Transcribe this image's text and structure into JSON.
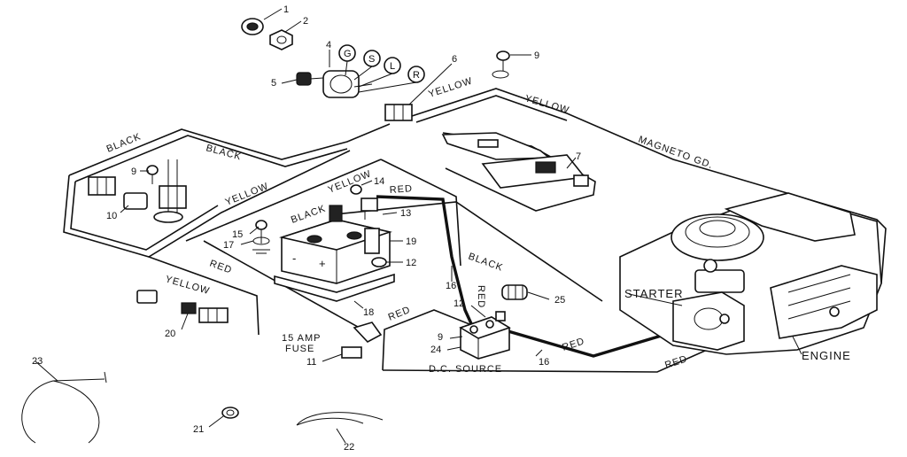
{
  "wire_labels": {
    "black_top": "BLACK",
    "black_mid": "BLACK",
    "yellow_left": "YELLOW",
    "yellow_top": "YELLOW",
    "yellow_upper": "YELLOW",
    "yellow_center": "YELLOW",
    "magneto": "MAGNETO GD.",
    "black_battery": "BLACK",
    "red_battery": "RED",
    "black_right": "BLACK",
    "red_vertical": "RED",
    "red_left": "RED",
    "yellow_lower": "YELLOW",
    "red_solenoid": "RED",
    "red_engine": "RED"
  },
  "component_labels": {
    "starter": "STARTER",
    "engine": "ENGINE",
    "fuse": "15 AMP\nFUSE",
    "fuse_line1": "15 AMP",
    "fuse_line2": "FUSE",
    "dc_source": "D.C. SOURCE"
  },
  "switch_terminals": [
    "G",
    "S",
    "L",
    "R"
  ],
  "part_numbers": {
    "p1": "1",
    "p2": "2",
    "p4": "4",
    "p5": "5",
    "p6": "6",
    "p7": "7",
    "p9a": "9",
    "p9b": "9",
    "p9c": "9",
    "p10": "10",
    "p11": "11",
    "p12a": "12",
    "p12b": "12",
    "p13": "13",
    "p14": "14",
    "p15": "15",
    "p16a": "16",
    "p16b": "16",
    "p17": "17",
    "p18": "18",
    "p19": "19",
    "p20": "20",
    "p21": "21",
    "p22": "22",
    "p23": "23",
    "p24": "24",
    "p25": "25"
  },
  "battery_signs": {
    "minus": "-",
    "plus": "+"
  }
}
